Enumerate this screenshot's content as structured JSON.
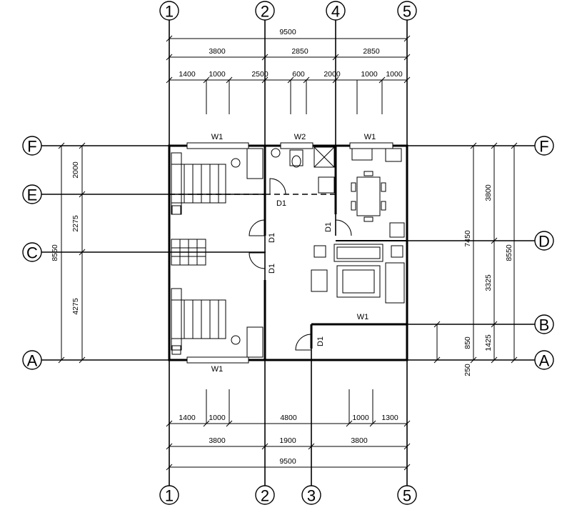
{
  "axes": {
    "top": [
      "1",
      "2",
      "4",
      "5"
    ],
    "bottom": [
      "1",
      "2",
      "3",
      "5"
    ],
    "left": [
      "F",
      "E",
      "C",
      "A"
    ],
    "right": [
      "F",
      "D",
      "B",
      "A"
    ]
  },
  "dimensions": {
    "top_total": "9500",
    "top_mid": [
      "3800",
      "2850",
      "2850"
    ],
    "top_detail": [
      "1400",
      "1000",
      "2500",
      "600",
      "2000",
      "1000",
      "1000"
    ],
    "bottom_detail": [
      "1400",
      "1000",
      "4800",
      "1000",
      "1300"
    ],
    "bottom_mid": [
      "3800",
      "1900",
      "3800"
    ],
    "bottom_total": "9500",
    "left_total": "8550",
    "left_mid": [
      "2000",
      "2275",
      "4275"
    ],
    "right_total": "8550",
    "right_mid_a": [
      "7450"
    ],
    "right_mid_b": [
      "3800",
      "3325",
      "1425"
    ],
    "right_small": [
      "850",
      "250"
    ]
  },
  "labels": {
    "windows": [
      "W1",
      "W2",
      "W1",
      "W1",
      "W1"
    ],
    "doors": [
      "D1",
      "D1",
      "D1",
      "D1",
      "D1"
    ]
  }
}
